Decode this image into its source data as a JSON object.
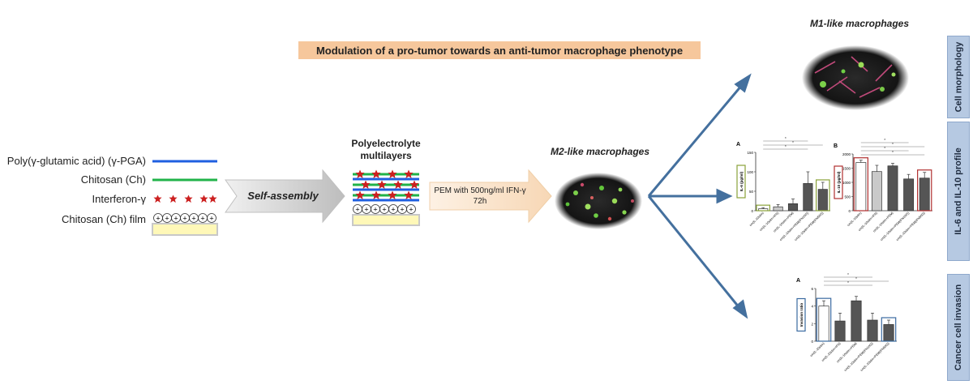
{
  "banner": "Modulation of a pro-tumor towards an anti-tumor macrophage phenotype",
  "legend": {
    "pga": "Poly(γ-glutamic acid) (γ-PGA)",
    "chitosan": "Chitosan (Ch)",
    "ifn": "Interferon-γ",
    "film": "Chitosan (Ch) film"
  },
  "self_assembly": "Self-assembly",
  "pem_title_1": "Polyelectrolyte",
  "pem_title_2": "multilayers",
  "pem_arrow_1": "PEM with 500ng/ml IFN-γ",
  "pem_arrow_2": "72h",
  "m2_title": "M2-like macrophages",
  "m1_title": "M1-like macrophages",
  "tabs": {
    "morphology": "Cell morphology",
    "cytokine": "IL-6 and IL-10 profile",
    "invasion": "Cancer cell invasion"
  },
  "colors": {
    "pga_line": "#1f5fe0",
    "chitosan_line": "#21b34a",
    "ifn_star": "#cc2020",
    "arrow": "#44709e",
    "banner": "#f6c79c",
    "tab": "#b6c9e2"
  },
  "chart_data": [
    {
      "type": "bar",
      "panel_label": "A",
      "ylabel": "IL-6 (pg/ml)",
      "categories": [
        "cm(IL-10stim)",
        "cm(IL-10stim+IFN)",
        "cm(IL-10stim+PEM)",
        "cm(IL-10stim+PEM(IFN100))",
        "cm(IL-10stim+PEM(IFN500))"
      ],
      "values": [
        5,
        10,
        18,
        70,
        55
      ],
      "errors": [
        3,
        6,
        12,
        30,
        18
      ],
      "bar_colors": [
        "#ffffff",
        "#c9c9c9",
        "#555555",
        "#555555",
        "#555555"
      ],
      "highlighted": [
        0,
        4
      ],
      "highlight_color": "#8aa23a",
      "ylim": [
        0,
        150
      ],
      "yticks": [
        "0",
        "50",
        "100",
        "150"
      ],
      "significance": [
        "*",
        "*",
        "*"
      ]
    },
    {
      "type": "bar",
      "panel_label": "B",
      "ylabel": "IL-10 (pg/ml)",
      "categories": [
        "cm(IL-10stim)",
        "cm(IL-10stim+IFN)",
        "cm(IL-10stim+PEM)",
        "cm(IL-10stim+PEM(IFN100))",
        "cm(IL-10stim+PEM(IFN500))"
      ],
      "values": [
        1700,
        1380,
        1580,
        1120,
        1150
      ],
      "errors": [
        80,
        220,
        90,
        160,
        200
      ],
      "bar_colors": [
        "#ffffff",
        "#c9c9c9",
        "#555555",
        "#555555",
        "#555555"
      ],
      "highlighted": [
        0,
        4
      ],
      "highlight_color": "#b03030",
      "ylim": [
        0,
        2000
      ],
      "yticks": [
        "0",
        "500",
        "1000",
        "1500",
        "2000"
      ],
      "significance": [
        "*",
        "*",
        "*",
        "*"
      ]
    },
    {
      "type": "bar",
      "panel_label": "A",
      "ylabel": "Invasion ratio",
      "categories": [
        "cm(IL-10stim)",
        "cm(IL-10stim+IFN)",
        "cm(IL-10stim+PEM)",
        "cm(IL-10stim+PEM(IFN100))",
        "cm(IL-10stim+PEM(IFN500))"
      ],
      "values": [
        4.0,
        2.3,
        4.6,
        2.4,
        1.9
      ],
      "errors": [
        0.6,
        0.9,
        0.5,
        0.8,
        0.5
      ],
      "bar_colors": [
        "#ffffff",
        "#555555",
        "#555555",
        "#555555",
        "#555555"
      ],
      "highlighted": [
        0,
        4
      ],
      "highlight_color": "#3a6aa0",
      "ylim": [
        0,
        6
      ],
      "yticks": [
        "0",
        "2",
        "4",
        "6"
      ],
      "significance": [
        "*",
        "*",
        "*"
      ]
    }
  ]
}
